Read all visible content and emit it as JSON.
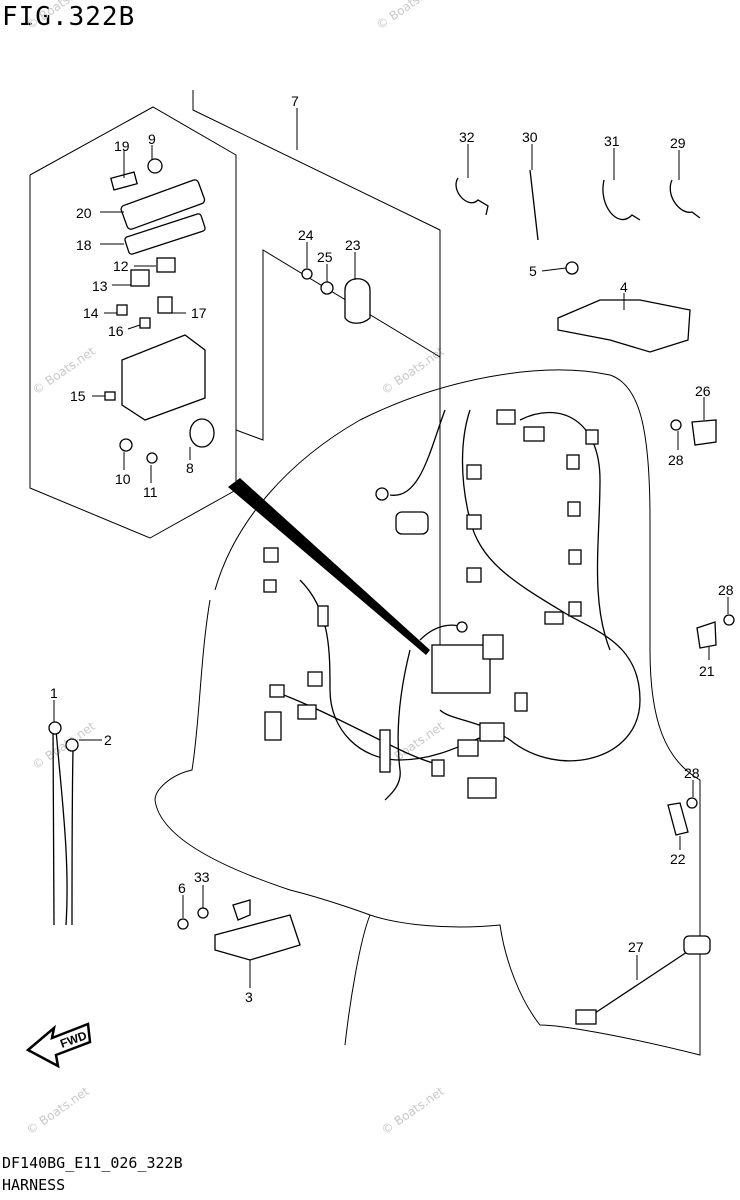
{
  "header": {
    "figure_label": "FIG.322B"
  },
  "footer": {
    "drawing_code": "DF140BG_E11_026_322B",
    "title": "HARNESS"
  },
  "watermarks": {
    "text": "© Boats.net"
  },
  "direction_arrow": {
    "label": "FWD"
  },
  "callouts": {
    "c1": "1",
    "c2": "2",
    "c3": "3",
    "c4": "4",
    "c5": "5",
    "c6": "6",
    "c7": "7",
    "c8": "8",
    "c9": "9",
    "c10": "10",
    "c11": "11",
    "c12": "12",
    "c13": "13",
    "c14": "14",
    "c15": "15",
    "c16": "16",
    "c17": "17",
    "c18": "18",
    "c19": "19",
    "c20": "20",
    "c21": "21",
    "c22": "22",
    "c23": "23",
    "c24": "24",
    "c25": "25",
    "c26": "26",
    "c27": "27",
    "c28a": "28",
    "c28b": "28",
    "c28c": "28",
    "c29": "29",
    "c30": "30",
    "c31": "31",
    "c32": "32",
    "c33": "33"
  }
}
